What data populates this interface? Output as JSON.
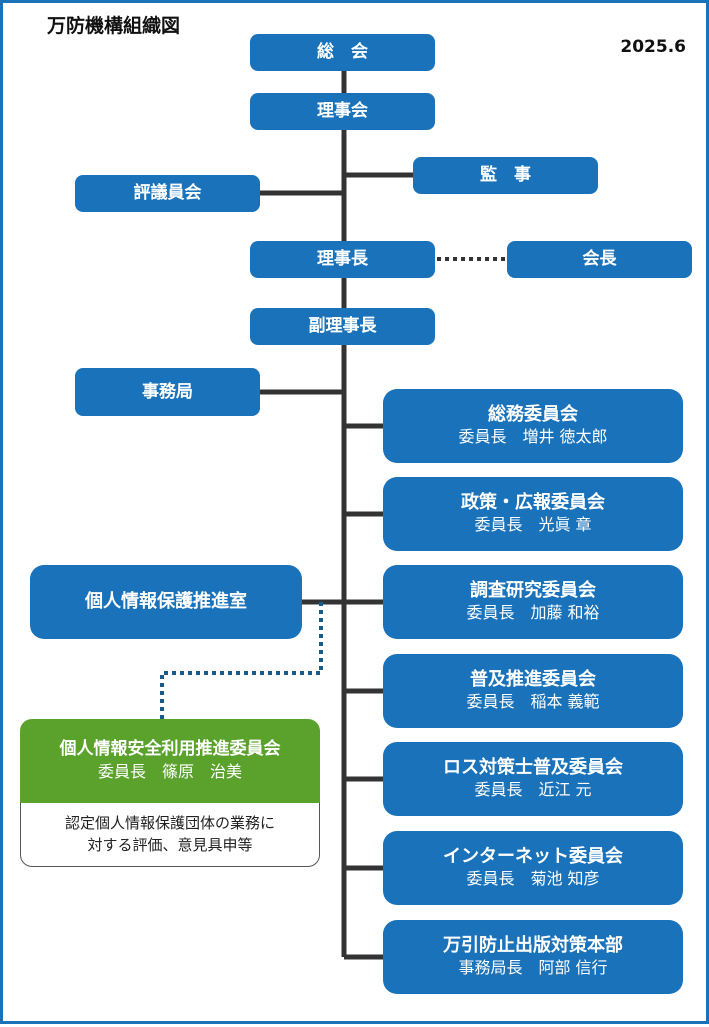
{
  "header": {
    "title": "万防機構組織図",
    "date": "2025.6"
  },
  "colors": {
    "box": "#1a73ba",
    "green": "#5ba22d",
    "line": "#333333",
    "dotted": "#1a5a8a"
  },
  "nodes": {
    "soukai": "総　会",
    "rijikai": "理事会",
    "kanji": "監　事",
    "hyougiinkai": "評議員会",
    "rijichou": "理事長",
    "kaichou": "会長",
    "fukurijichou": "副理事長",
    "jimukyoku": "事務局",
    "privacy_office": "個人情報保護推進室"
  },
  "committees": [
    {
      "name": "総務委員会",
      "role": "委員長",
      "person": "増井 徳太郎"
    },
    {
      "name": "政策・広報委員会",
      "role": "委員長",
      "person": "光眞 章"
    },
    {
      "name": "調査研究委員会",
      "role": "委員長",
      "person": "加藤 和裕"
    },
    {
      "name": "普及推進委員会",
      "role": "委員長",
      "person": "稲本 義範"
    },
    {
      "name": "ロス対策士普及委員会",
      "role": "委員長",
      "person": "近江 元"
    },
    {
      "name": "インターネット委員会",
      "role": "委員長",
      "person": "菊池 知彦"
    },
    {
      "name": "万引防止出版対策本部",
      "role": "事務局長",
      "person": "阿部 信行"
    }
  ],
  "privacy_committee": {
    "name": "個人情報安全利用推進委員会",
    "role": "委員長",
    "person": "篠原　治美",
    "note_lines": [
      "認定個人情報保護団体の業務に",
      "対する評価、意見具申等"
    ]
  }
}
